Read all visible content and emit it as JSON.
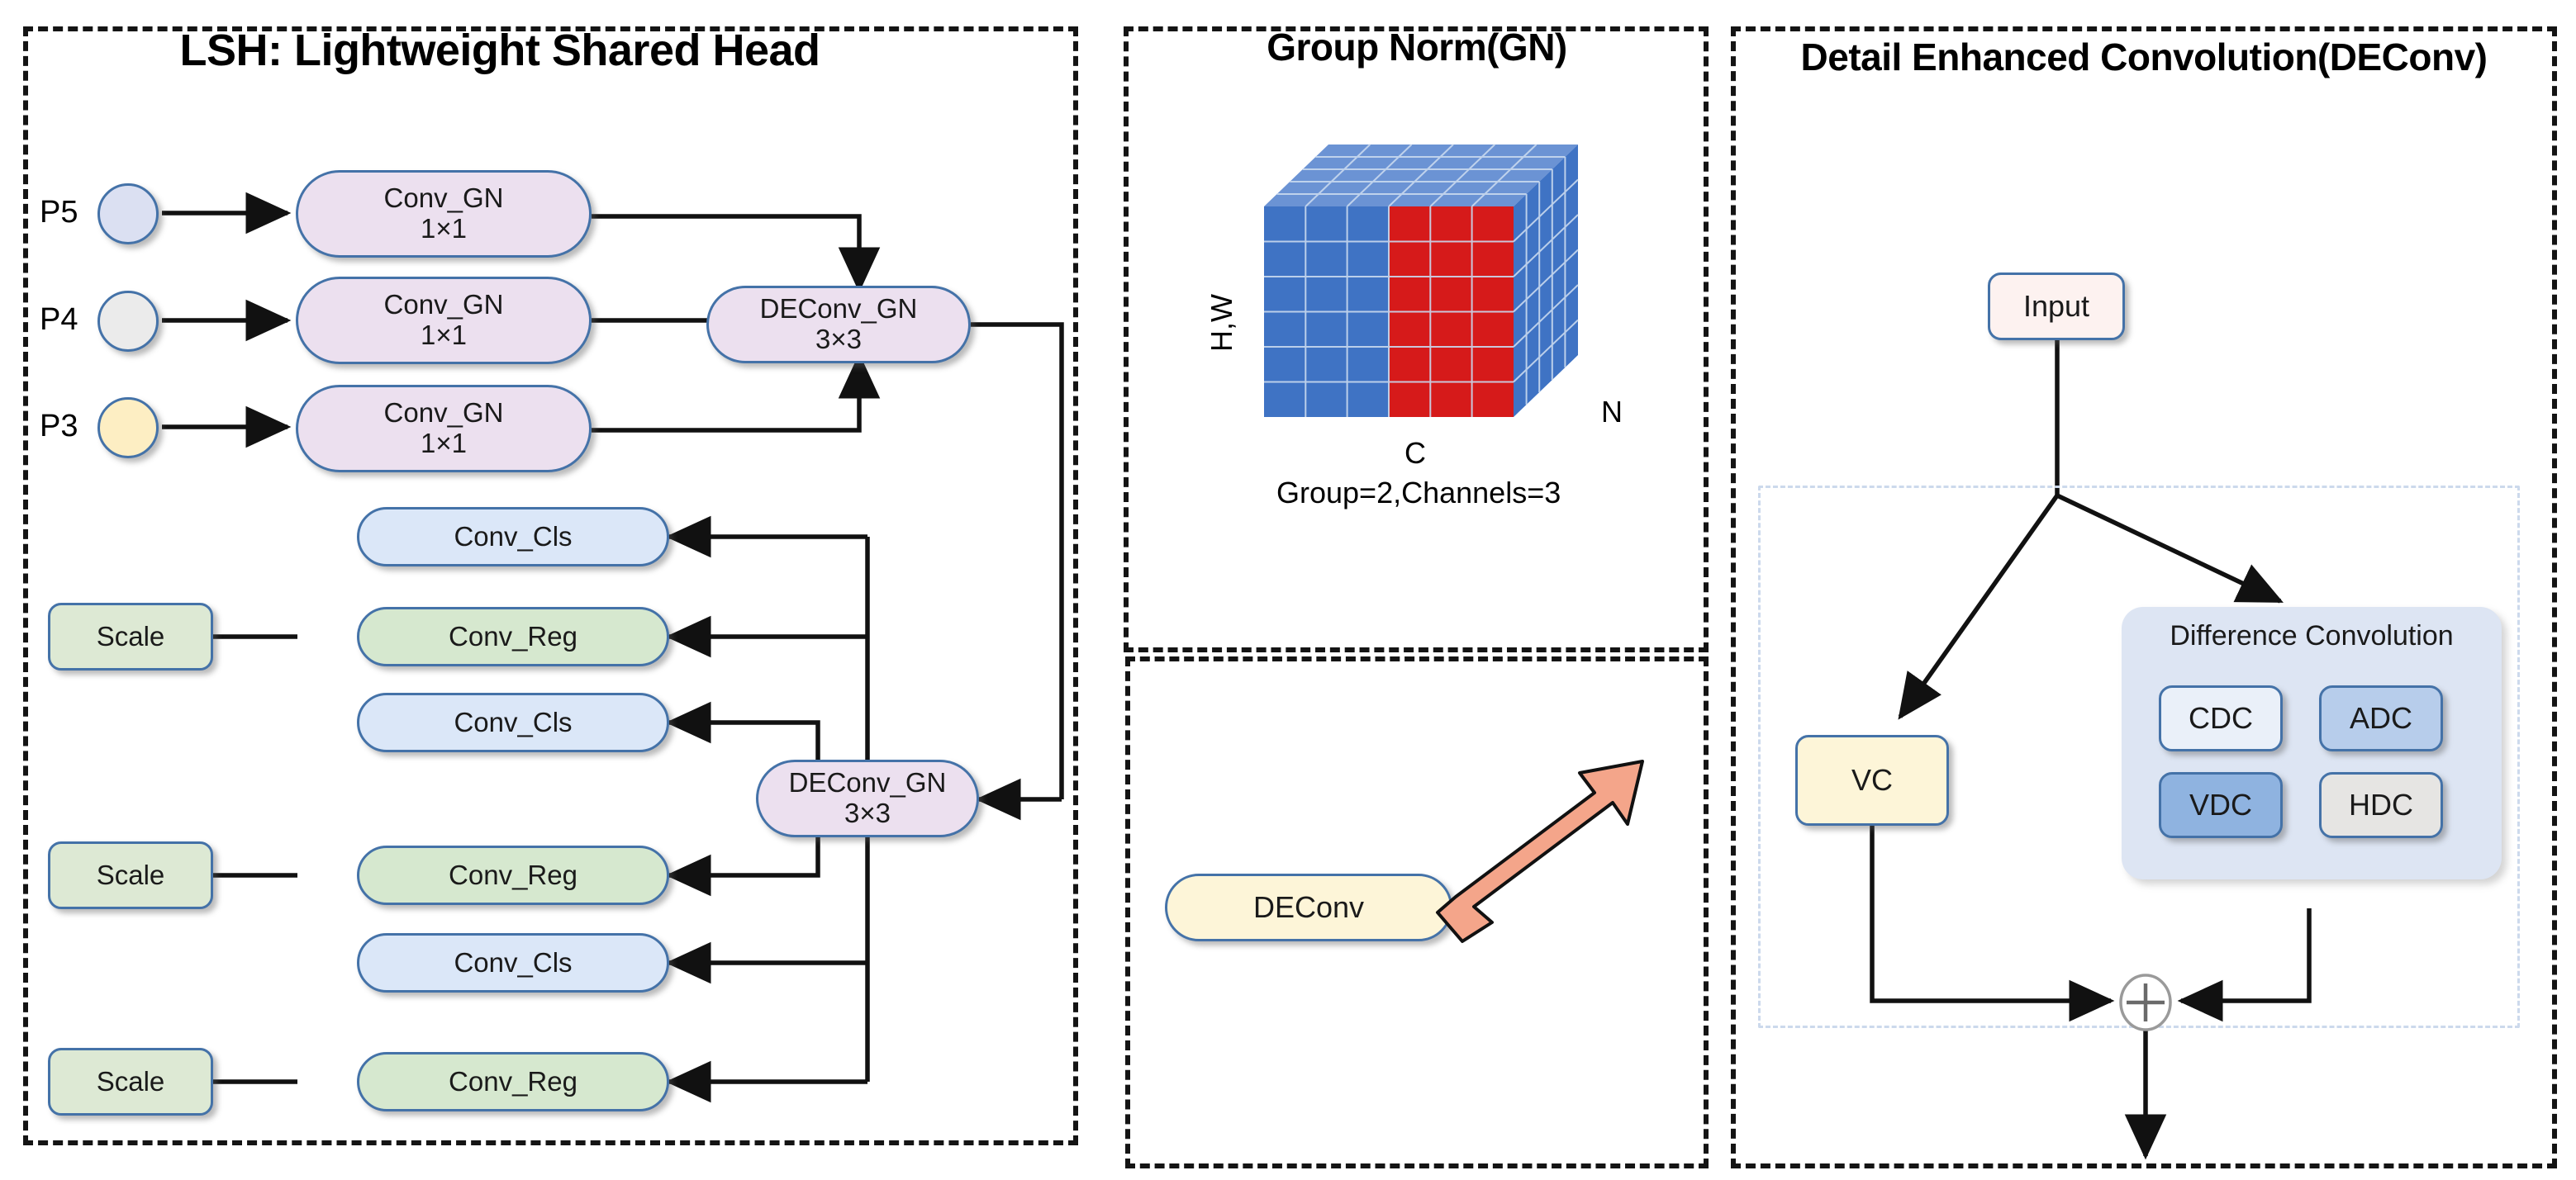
{
  "panels": {
    "lsh": {
      "title": "LSH: Lightweight Shared Head"
    },
    "gn": {
      "title": "Group Norm(GN)"
    },
    "deconv": {
      "title": "Detail Enhanced Convolution(DEConv)"
    }
  },
  "lsh": {
    "inputs": [
      {
        "label": "P5",
        "color": "#dbe0f2"
      },
      {
        "label": "P4",
        "color": "#ebebeb"
      },
      {
        "label": "P3",
        "color": "#fdeec3"
      }
    ],
    "conv_gn": [
      {
        "line1": "Conv_GN",
        "line2": "1×1"
      },
      {
        "line1": "Conv_GN",
        "line2": "1×1"
      },
      {
        "line1": "Conv_GN",
        "line2": "1×1"
      }
    ],
    "deconv_gn_top": {
      "line1": "DEConv_GN",
      "line2": "3×3"
    },
    "deconv_gn_bottom": {
      "line1": "DEConv_GN",
      "line2": "3×3"
    },
    "branches": [
      {
        "cls": "Conv_Cls",
        "reg": "Conv_Reg",
        "scale": "Scale"
      },
      {
        "cls": "Conv_Cls",
        "reg": "Conv_Reg",
        "scale": "Scale"
      },
      {
        "cls": "Conv_Cls",
        "reg": "Conv_Reg",
        "scale": "Scale"
      }
    ]
  },
  "gn": {
    "axis_hw": "H,W",
    "axis_c": "C",
    "axis_n": "N",
    "caption": "Group=2,Channels=3",
    "cube": {
      "group_count": 2,
      "channels": 3,
      "blue": "#3f73c4",
      "red": "#d61a1a",
      "top_blue": "#6b93d4"
    }
  },
  "deconv": {
    "input_label": "Input",
    "vc_label": "VC",
    "deconv_label": "DEConv",
    "diff_conv_title": "Difference Convolution",
    "diff_conv_items": [
      {
        "label": "CDC",
        "fill": "#eaf0f9"
      },
      {
        "label": "ADC",
        "fill": "#b7cdeb"
      },
      {
        "label": "VDC",
        "fill": "#8fb3e0"
      },
      {
        "label": "HDC",
        "fill": "#e6e5e3"
      }
    ],
    "sum_symbol": "+",
    "equivalence_arrow_color": "#f4a58a"
  }
}
